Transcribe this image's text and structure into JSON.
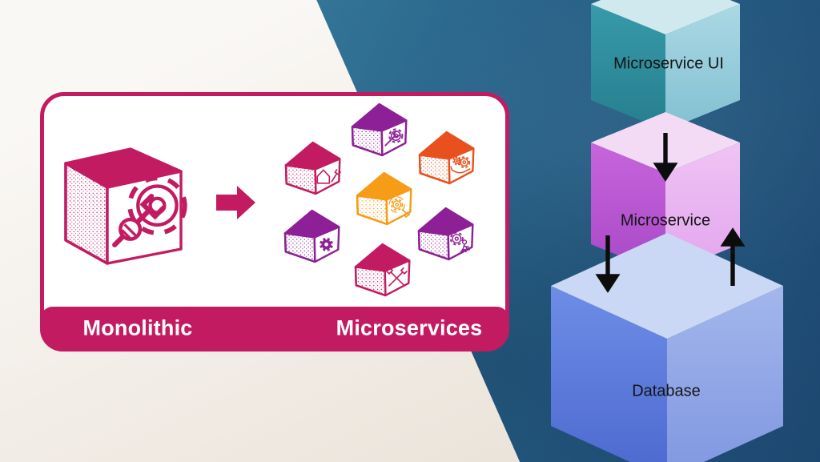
{
  "card": {
    "labels": {
      "left": "Monolithic",
      "right": "Microservices"
    },
    "accent": "#c31b61",
    "text_color": "#ffffff",
    "background": "#ffffff"
  },
  "monolith_cube": {
    "color": "#c31b61",
    "icon": "hand-wrench-gear"
  },
  "transform_arrow": {
    "color": "#c31b61"
  },
  "micro_cubes": [
    {
      "color": "#8d2096",
      "icon": "wrench-gear"
    },
    {
      "color": "#e8511d",
      "icon": "hand-gears"
    },
    {
      "color": "#c31b61",
      "icon": "house-wrench"
    },
    {
      "color": "#f69c16",
      "icon": "press-gear"
    },
    {
      "color": "#8d2096",
      "icon": "solid-gear"
    },
    {
      "color": "#c31b61",
      "icon": "crossed-wrenches"
    },
    {
      "color": "#8d2096",
      "icon": "gear-person"
    }
  ],
  "stack": {
    "arrow_color": "#0c0c0c",
    "label_color": "#141414",
    "cubes": [
      {
        "label": "Microservice UI",
        "top": "#cfe9ee",
        "left": [
          "#389aa9",
          "#257e8e"
        ],
        "right": [
          "#abd8e4",
          "#82c0d2"
        ]
      },
      {
        "label": "Microservice",
        "top": "#f3dbf6",
        "left": [
          "#c765dc",
          "#a848c6"
        ],
        "right": [
          "#f0c3f4",
          "#e2a5ee"
        ]
      },
      {
        "label": "Database",
        "top": "#cbd8f5",
        "left": [
          "#6e8de6",
          "#4c68cf"
        ],
        "right": [
          "#a3b7ec",
          "#8096e0"
        ]
      }
    ]
  },
  "background": {
    "left": [
      "#faf8f5",
      "#efe9e1",
      "#e7dfd4"
    ],
    "right": [
      "#4a9db3",
      "#2f7099",
      "#1f4d79"
    ]
  }
}
